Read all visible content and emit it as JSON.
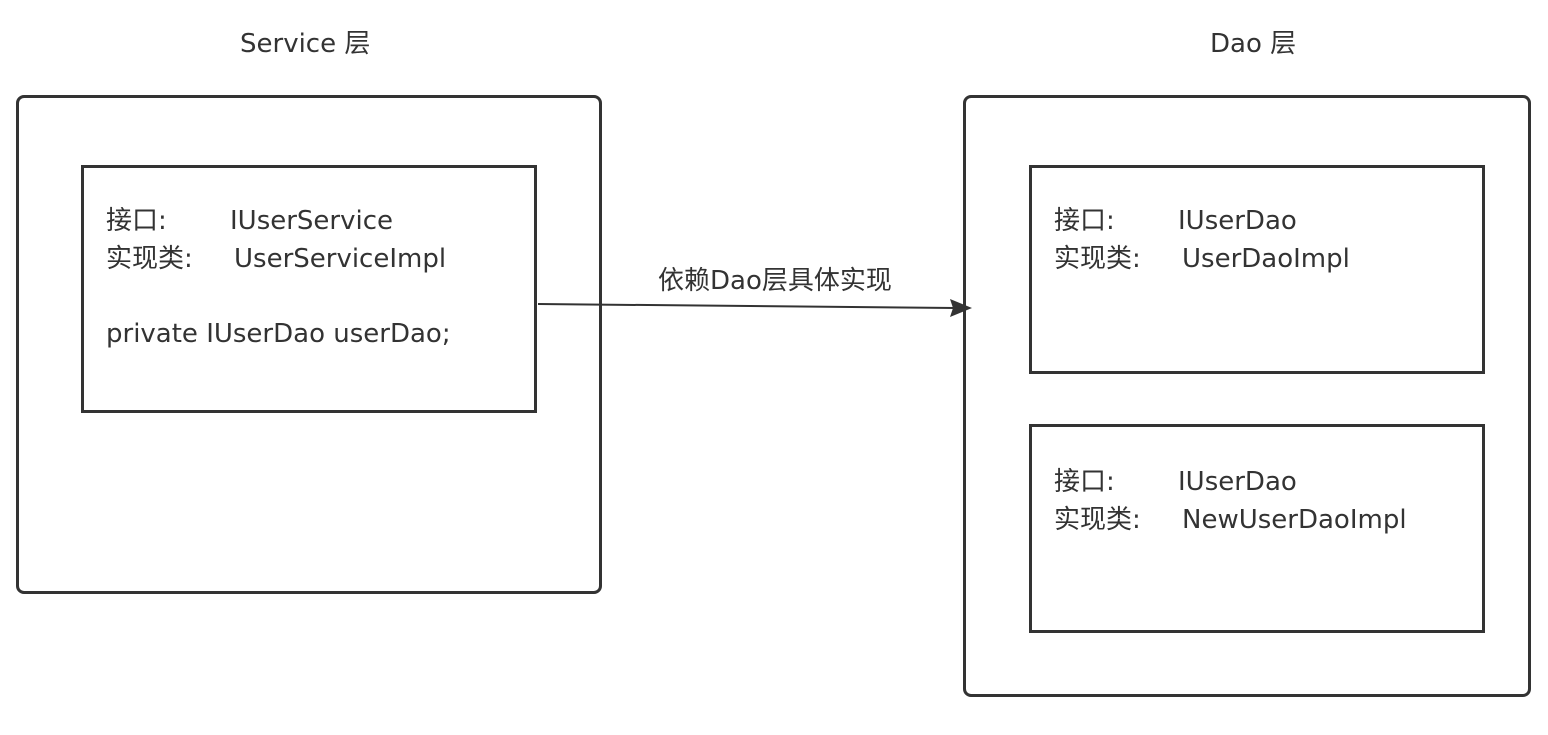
{
  "service_layer": {
    "title": "Service 层",
    "box": {
      "interface_label": "接口:",
      "interface_value": "IUserService",
      "impl_label": "实现类:",
      "impl_value": "UserServiceImpl",
      "field": "private IUserDao userDao;"
    }
  },
  "dao_layer": {
    "title": "Dao 层",
    "boxes": [
      {
        "interface_label": "接口:",
        "interface_value": "IUserDao",
        "impl_label": "实现类:",
        "impl_value": "UserDaoImpl"
      },
      {
        "interface_label": "接口:",
        "interface_value": "IUserDao",
        "impl_label": "实现类:",
        "impl_value": "NewUserDaoImpl"
      }
    ]
  },
  "edge": {
    "label": "依赖Dao层具体实现"
  },
  "colors": {
    "stroke": "#333333",
    "background": "#ffffff"
  }
}
